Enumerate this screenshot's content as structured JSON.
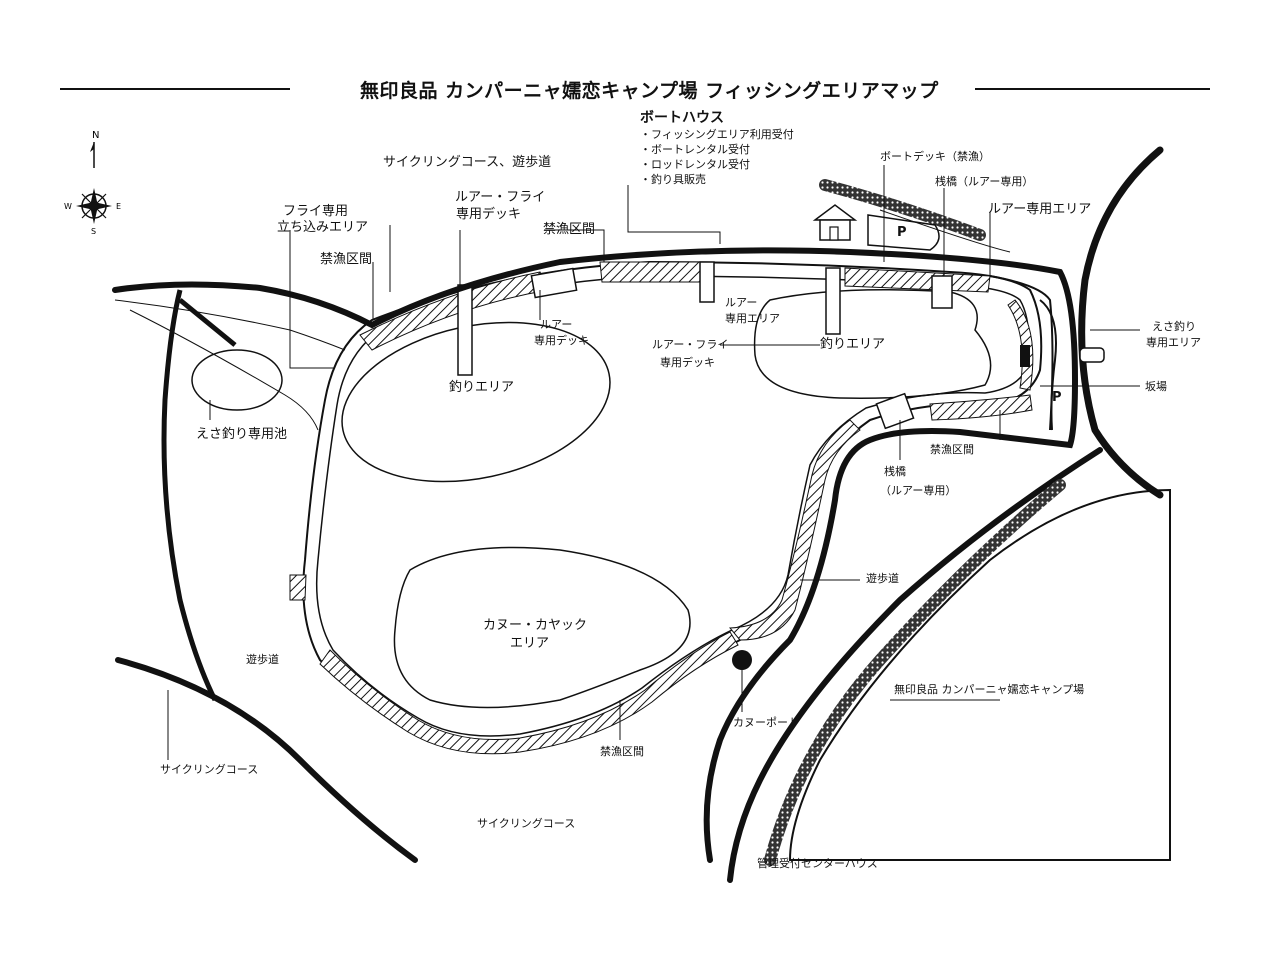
{
  "title": "無印良品 カンパーニャ嬬恋キャンプ場 フィッシングエリアマップ",
  "compass": {
    "n": "N",
    "s": "S",
    "e": "E",
    "w": "W"
  },
  "boathouse": {
    "title": "ボートハウス",
    "items": [
      "・フィッシングエリア利用受付",
      "・ボートレンタル受付",
      "・ロッドレンタル受付",
      "・釣り具販売"
    ]
  },
  "labels": {
    "cycling_walkway_top": "サイクリングコース、遊歩道",
    "fly_wading_1": "フライ専用",
    "fly_wading_2": "立ち込みエリア",
    "no_fishing_left": "禁漁区間",
    "lure_fly_deck_1": "ルアー・フライ",
    "lure_fly_deck_2": "専用デッキ",
    "no_fishing_top": "禁漁区間",
    "boat_deck": "ボートデッキ（禁漁）",
    "pier_lure": "桟橋（ルアー専用）",
    "lure_only_area": "ルアー専用エリア",
    "lure_area_mid_1": "ルアー",
    "lure_area_mid_2": "専用エリア",
    "lure_deck_1": "ルアー",
    "lure_deck_2": "専用デッキ",
    "fishing_area_left": "釣りエリア",
    "lure_fly_deck_mid_1": "ルアー・フライ",
    "lure_fly_deck_mid_2": "専用デッキ",
    "fishing_area_right": "釣りエリア",
    "bait_area_right_1": "えさ釣り",
    "bait_area_right_2": "専用エリア",
    "bait_pond": "えさ釣り専用池",
    "ramp": "坂場",
    "parking_top": "P",
    "parking_right": "P",
    "no_fishing_right": "禁漁区間",
    "pier2_1": "桟橋",
    "pier2_2": "（ルアー専用）",
    "walkway_right": "遊歩道",
    "canoe_area_1": "カヌー・カヤック",
    "canoe_area_2": "エリア",
    "walkway_left": "遊歩道",
    "camp_name": "無印良品 カンパーニャ嬬恋キャンプ場",
    "canoe_port": "カヌーポート",
    "no_fishing_bottom": "禁漁区間",
    "cycling_left": "サイクリングコース",
    "cycling_bottom": "サイクリングコース",
    "center_house": "管理受付センターハウス"
  }
}
